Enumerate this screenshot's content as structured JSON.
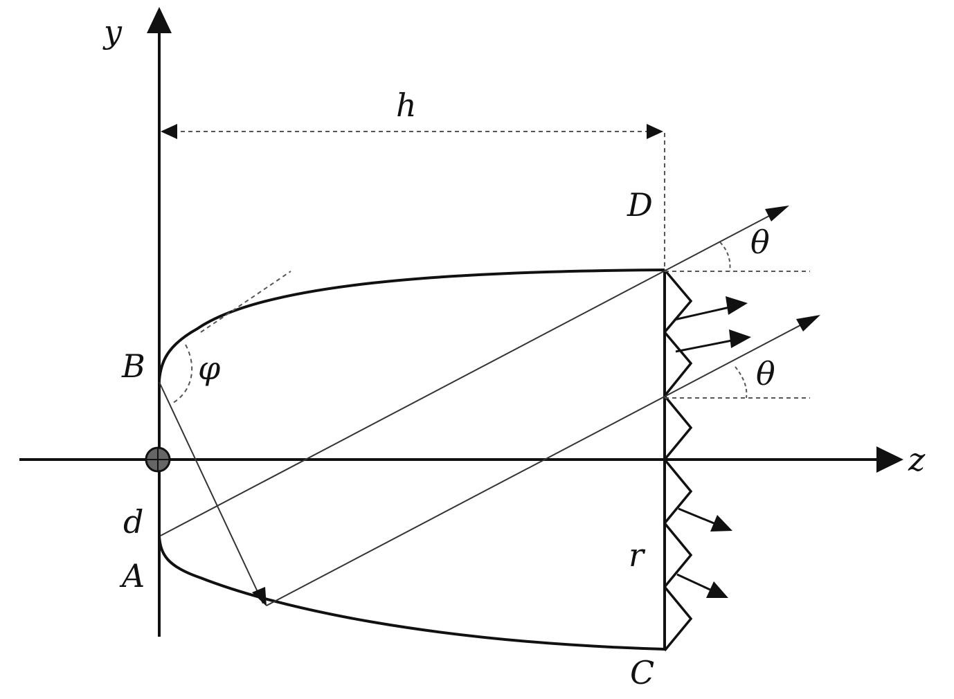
{
  "diagram": {
    "axes": {
      "y_label": "y",
      "z_label": "z"
    },
    "points": {
      "A": "A",
      "B": "B",
      "C": "C",
      "D": "D"
    },
    "dimensions": {
      "h": "h",
      "d": "d",
      "r": "r"
    },
    "angles": {
      "phi": "φ",
      "theta_upper": "θ",
      "theta_lower": "θ"
    },
    "colors": {
      "stroke": "#111111",
      "thin_stroke": "#333333",
      "dashed": "#555555",
      "origin_fill": "#666666"
    }
  }
}
